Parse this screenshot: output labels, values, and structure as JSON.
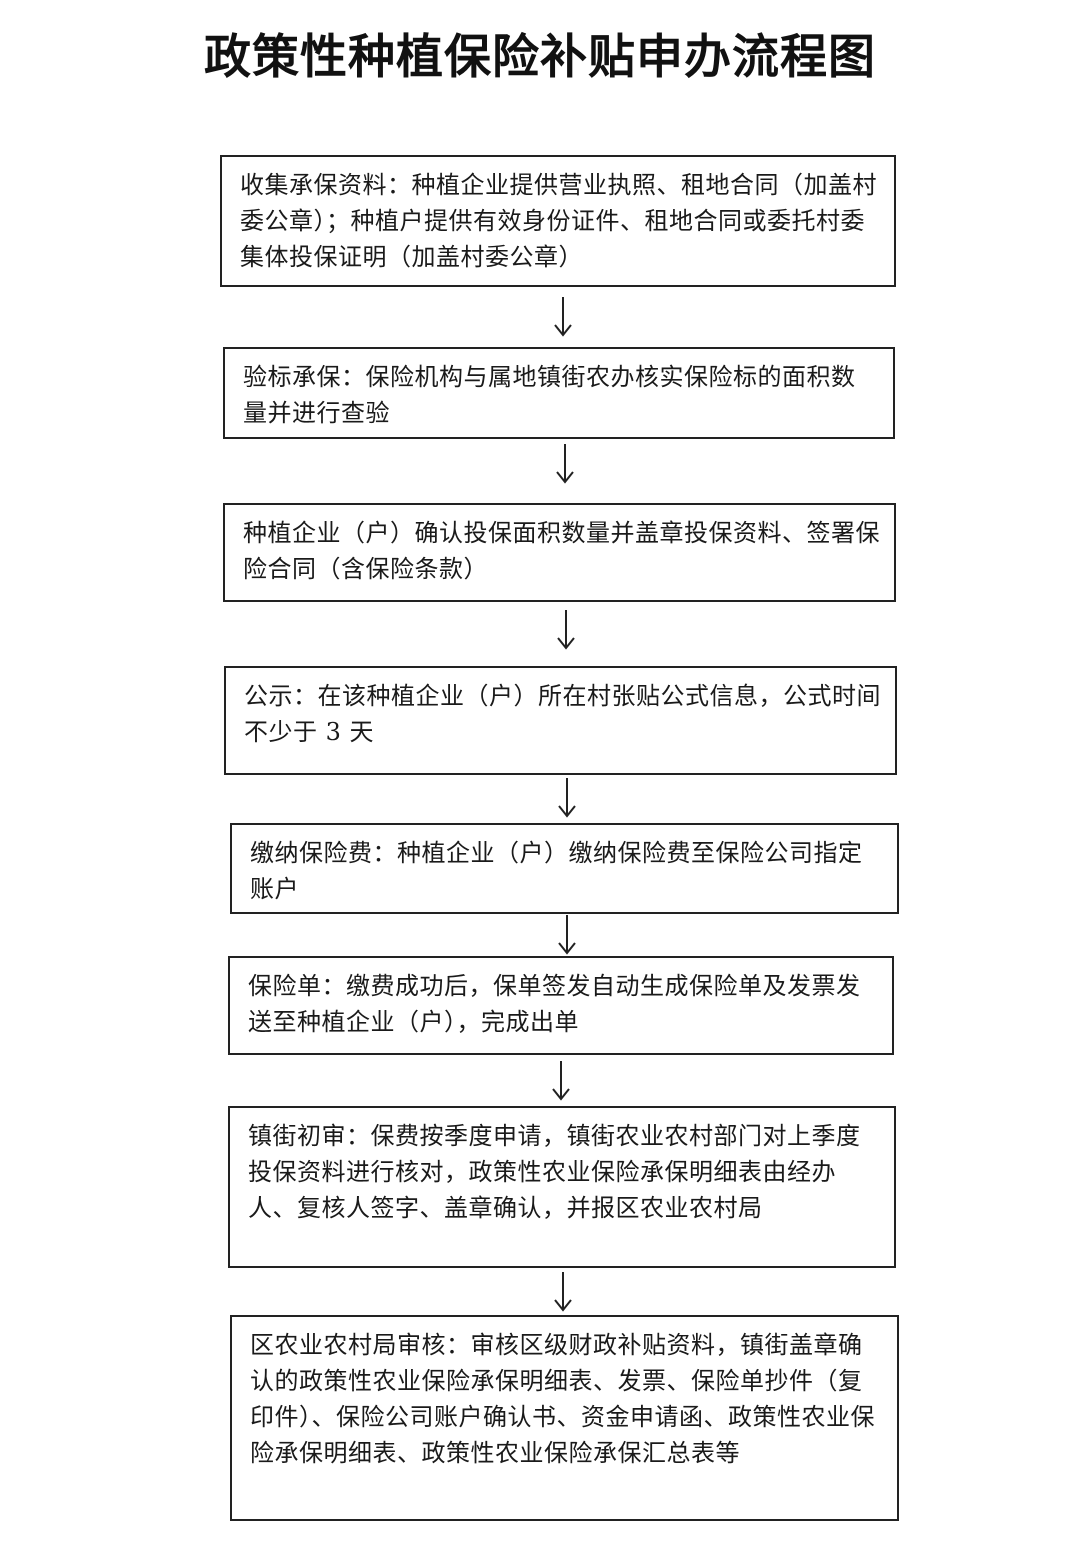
{
  "title": "政策性种植保险补贴申办流程图",
  "steps": [
    {
      "text": "收集承保资料：种植企业提供营业执照、租地合同（加盖村委公章）；种植户提供有效身份证件、租地合同或委托村委集体投保证明（加盖村委公章）"
    },
    {
      "text": "验标承保：保险机构与属地镇街农办核实保险标的面积数量并进行查验"
    },
    {
      "text": "种植企业（户）确认投保面积数量并盖章投保资料、签署保险合同（含保险条款）"
    },
    {
      "text": "公示：在该种植企业（户）所在村张贴公式信息，公式时间不少于 3 天"
    },
    {
      "text": "缴纳保险费：种植企业（户）缴纳保险费至保险公司指定账户"
    },
    {
      "text": "保险单：缴费成功后，保单签发自动生成保险单及发票发送至种植企业（户），完成出单"
    },
    {
      "text": "镇街初审：保费按季度申请，镇街农业农村部门对上季度投保资料进行核对，政策性农业保险承保明细表由经办人、复核人签字、盖章确认，并报区农业农村局"
    },
    {
      "text": "区农业农村局审核：审核区级财政补贴资料，镇街盖章确认的政策性农业保险承保明细表、发票、保险单抄件（复印件）、保险公司账户确认书、资金申请函、政策性农业保险承保明细表、政策性农业保险承保汇总表等"
    }
  ]
}
